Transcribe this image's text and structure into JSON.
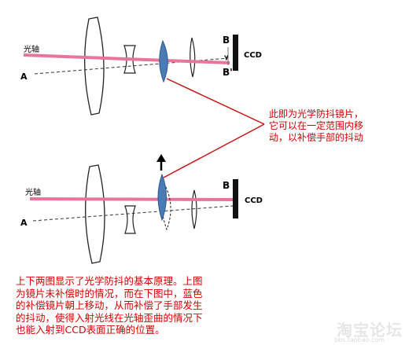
{
  "diagrams": [
    {
      "optical_axis_label": "光轴",
      "point_a_label": "A",
      "point_b_label": "B",
      "point_b_prime_label": "B'",
      "sensor_label": "CCD",
      "stabilizer_color": "#4a7bb5"
    },
    {
      "optical_axis_label": "光轴",
      "point_a_label": "A",
      "point_b_label": "B",
      "sensor_label": "CCD",
      "stabilizer_color": "#4a7bb5"
    }
  ],
  "callout": {
    "lines": [
      "此即为光学防抖镜片，",
      "它可以在一定范围内移",
      "动，以补偿手部的抖动"
    ],
    "color": "#d40000"
  },
  "caption": {
    "lines": [
      "上下两图显示了光学防抖的基本原理。上图",
      "为镜片未补偿时的情况，而在下图中，蓝色",
      "的补偿镜片朝上移动，从而补偿了手部发生",
      "的抖动，使得入射光线在光轴歪曲的情况下",
      "也能入射到CCD表面正确的位置。"
    ],
    "color": "#d40000"
  },
  "watermark": {
    "text": "淘宝论坛",
    "url": "bbs.taobao.com"
  },
  "colors": {
    "beam": "#e8769a",
    "lens_stroke": "#222222",
    "sensor": "#111111"
  }
}
